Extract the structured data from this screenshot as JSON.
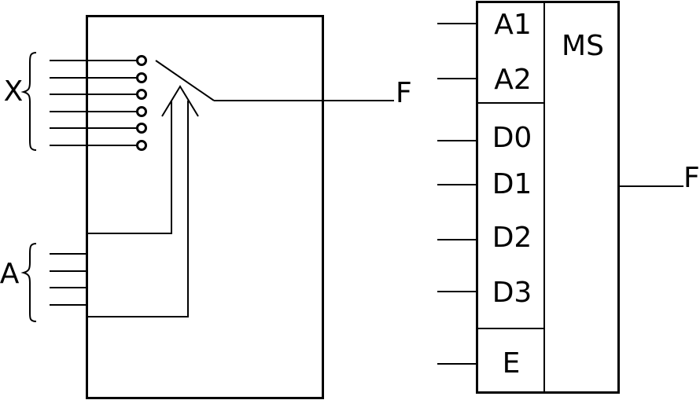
{
  "left_block": {
    "input_group_x_label": "X",
    "input_group_a_label": "A",
    "output_label": "F"
  },
  "mux_symbol": {
    "title": "MS",
    "address_inputs": [
      "A1",
      "A2"
    ],
    "data_inputs": [
      "D0",
      "D1",
      "D2",
      "D3"
    ],
    "enable_input": "E",
    "output_label": "F"
  }
}
